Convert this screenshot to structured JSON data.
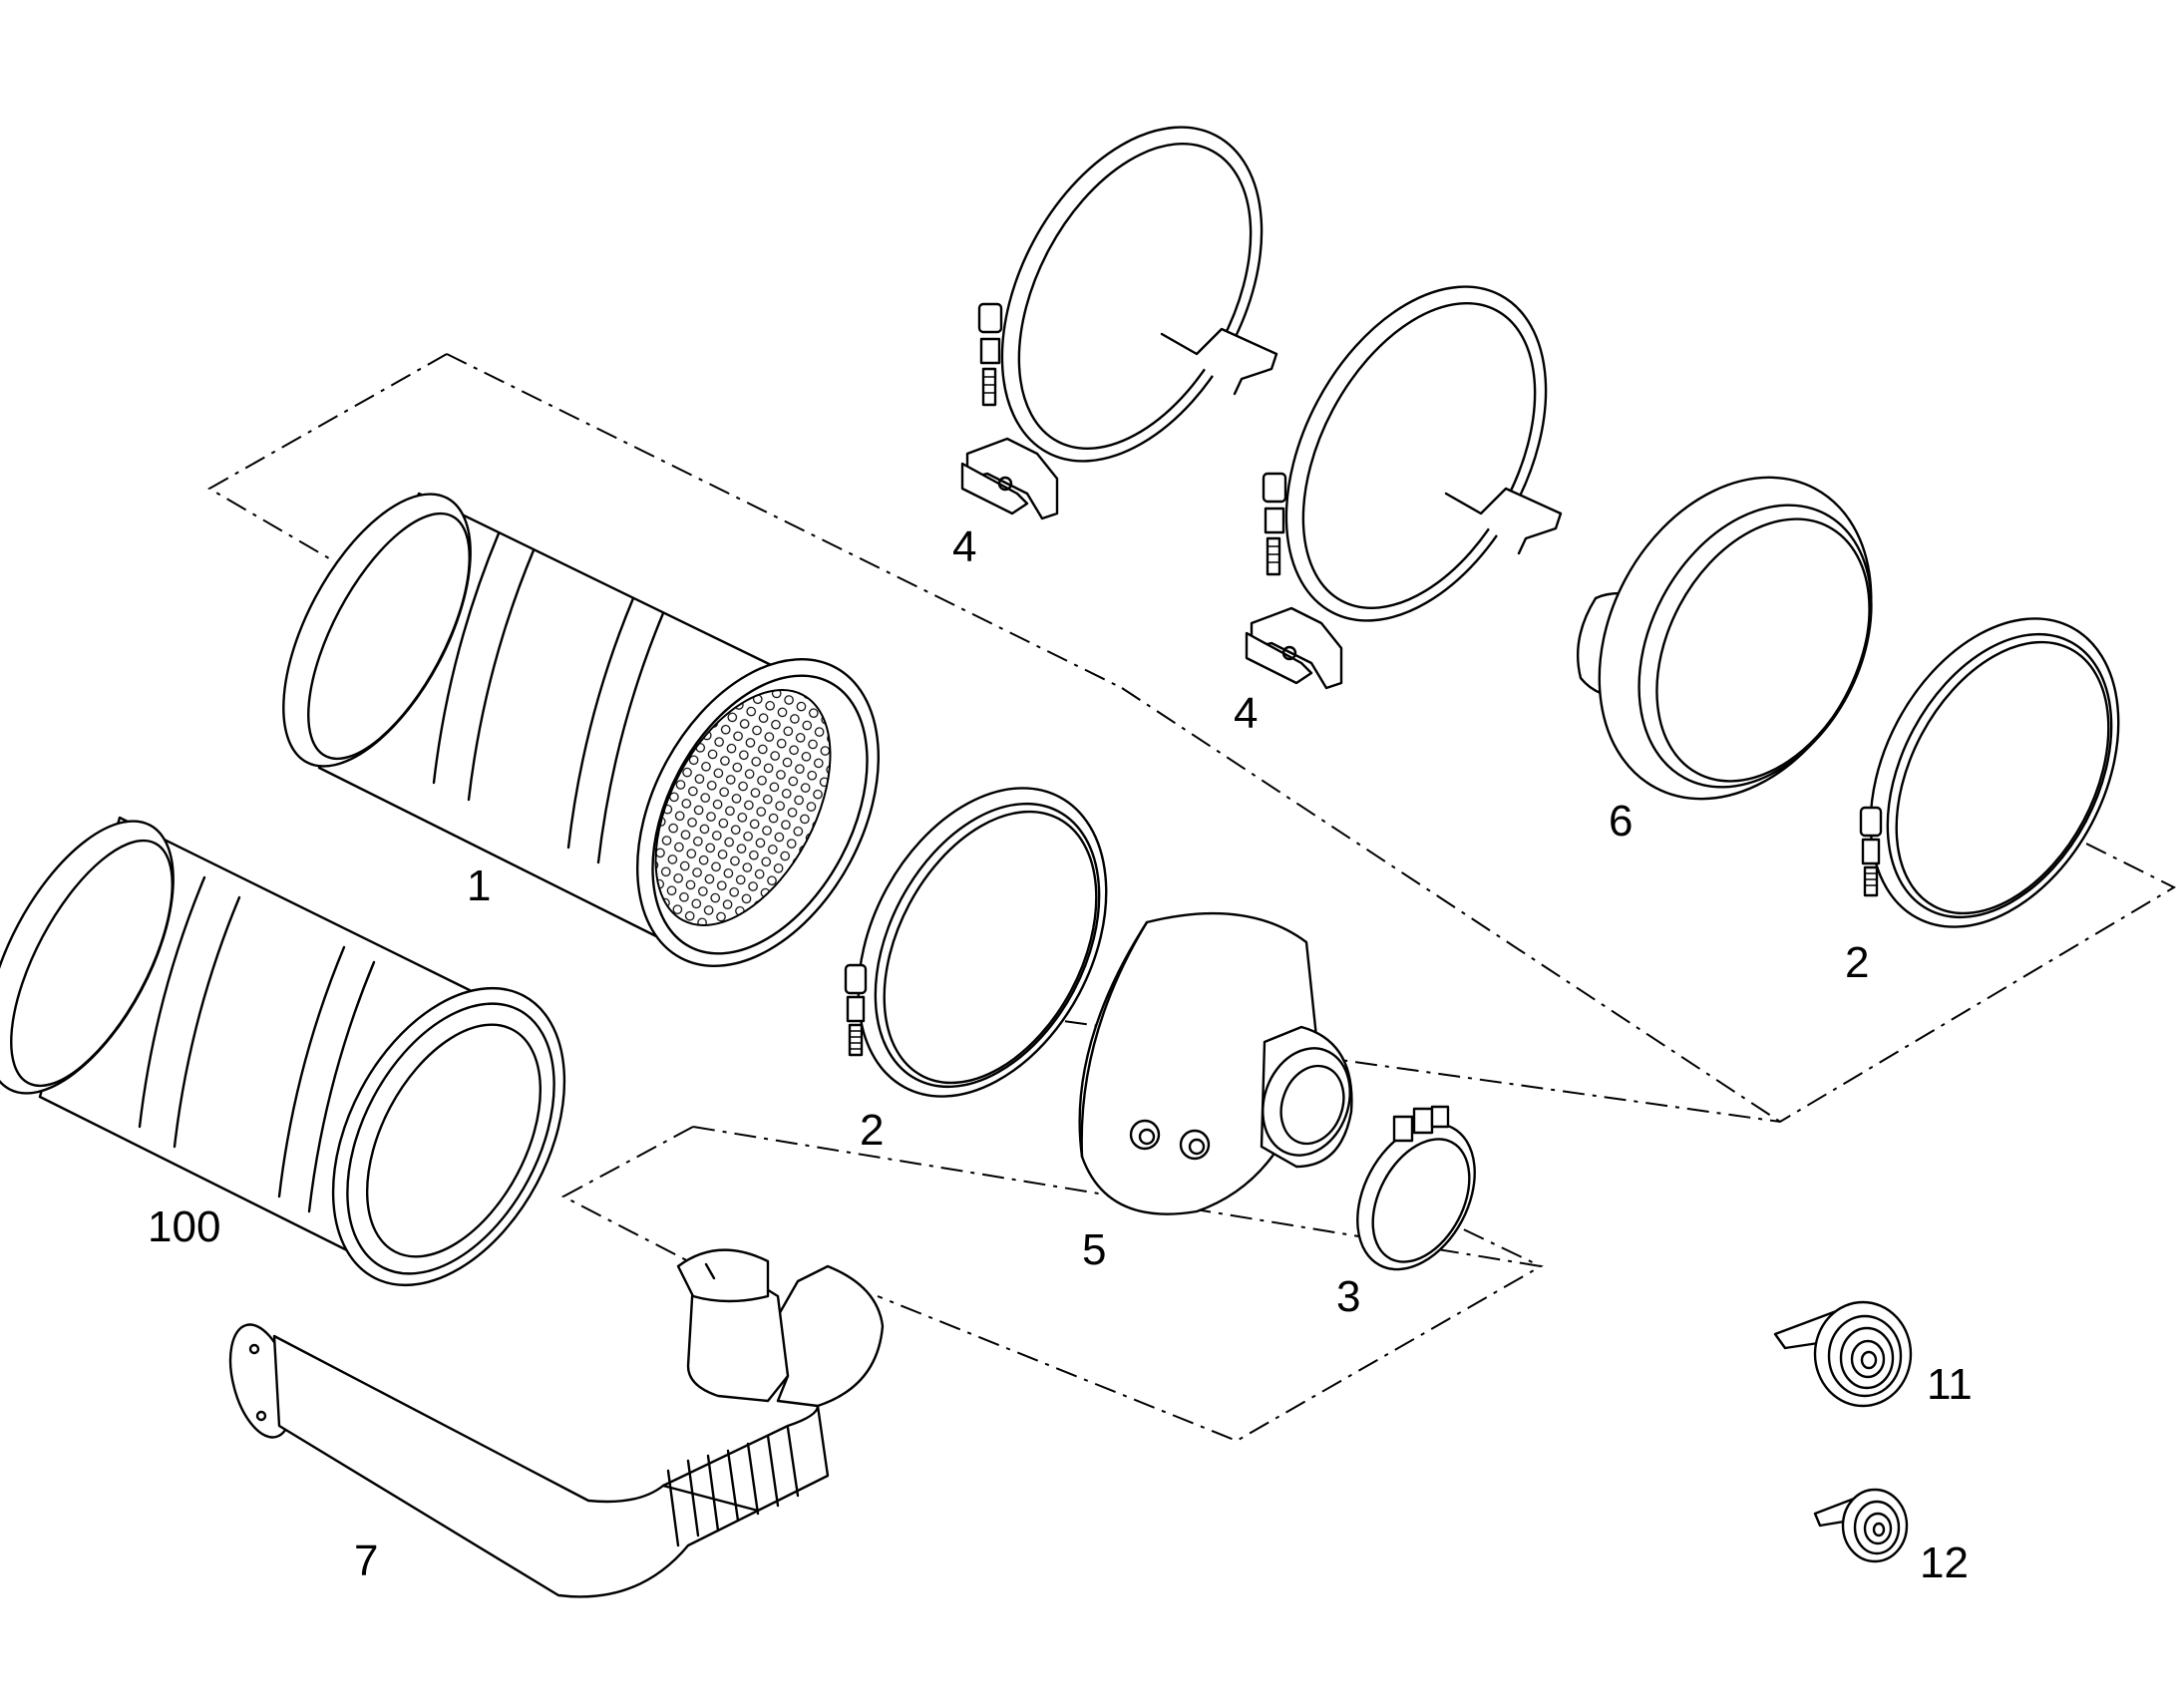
{
  "callouts": {
    "part_1": "1",
    "part_2_front": "2",
    "part_2_rear": "2",
    "part_3": "3",
    "part_4_upper": "4",
    "part_4_lower": "4",
    "part_5": "5",
    "part_6": "6",
    "part_7": "7",
    "part_11": "11",
    "part_12": "12",
    "part_100": "100"
  }
}
